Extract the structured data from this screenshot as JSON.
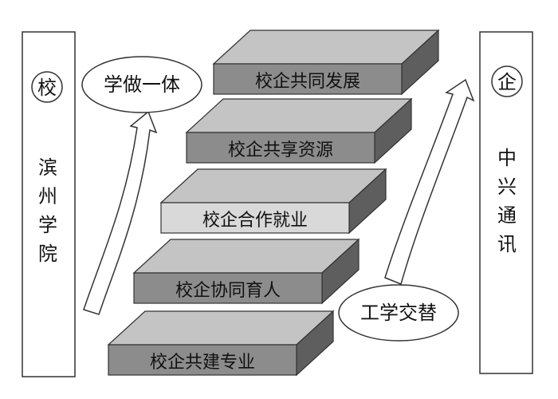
{
  "left_pillar": {
    "badge": "校",
    "name_chars": [
      "滨",
      "州",
      "学",
      "院"
    ]
  },
  "right_pillar": {
    "badge": "企",
    "name_chars": [
      "中",
      "兴",
      "通",
      "讯"
    ]
  },
  "ellipses": {
    "left": "学做一体",
    "right": "工学交替"
  },
  "steps": [
    {
      "label": "校企共建专业"
    },
    {
      "label": "校企协同育人"
    },
    {
      "label": "校企合作就业"
    },
    {
      "label": "校企共享资源"
    },
    {
      "label": "校企共同发展"
    }
  ],
  "colors": {
    "box_front_dark": "#8c8c8c",
    "box_front_light": "#d9d9d9",
    "box_top": "#c4c4c4",
    "box_side": "#5e5e5e",
    "outline": "#333333"
  }
}
